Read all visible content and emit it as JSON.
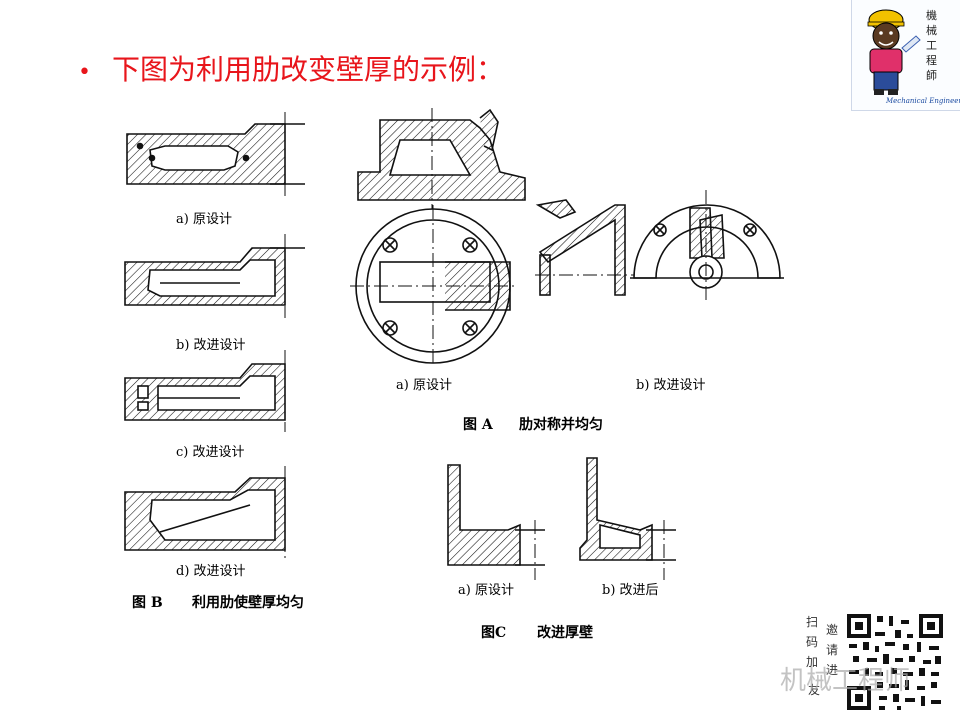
{
  "slide": {
    "bullet": "•",
    "title": "下图为利用肋改变壁厚的示例："
  },
  "figure_b": {
    "caption_a": "a) 原设计",
    "caption_b": "b) 改进设计",
    "caption_c": "c) 改进设计",
    "caption_d": "d) 改进设计",
    "label": "图 B",
    "title": "利用肋使壁厚均匀"
  },
  "figure_a": {
    "caption_a": "a) 原设计",
    "caption_b": "b) 改进设计",
    "label": "图 A",
    "title": "肋对称并均匀"
  },
  "figure_c": {
    "caption_a": "a) 原设计",
    "caption_b": "b) 改进后",
    "label": "图C",
    "title": "改进厚壁"
  },
  "logo": {
    "text": "機械工程師",
    "subtitle": "Mechanical Engineer"
  },
  "qr": {
    "left_text": "扫码加",
    "right_text": "邀请进",
    "friend": "友"
  },
  "watermark": {
    "text": "机械工程师"
  },
  "colors": {
    "title": "#e8151b",
    "line": "#111111"
  }
}
